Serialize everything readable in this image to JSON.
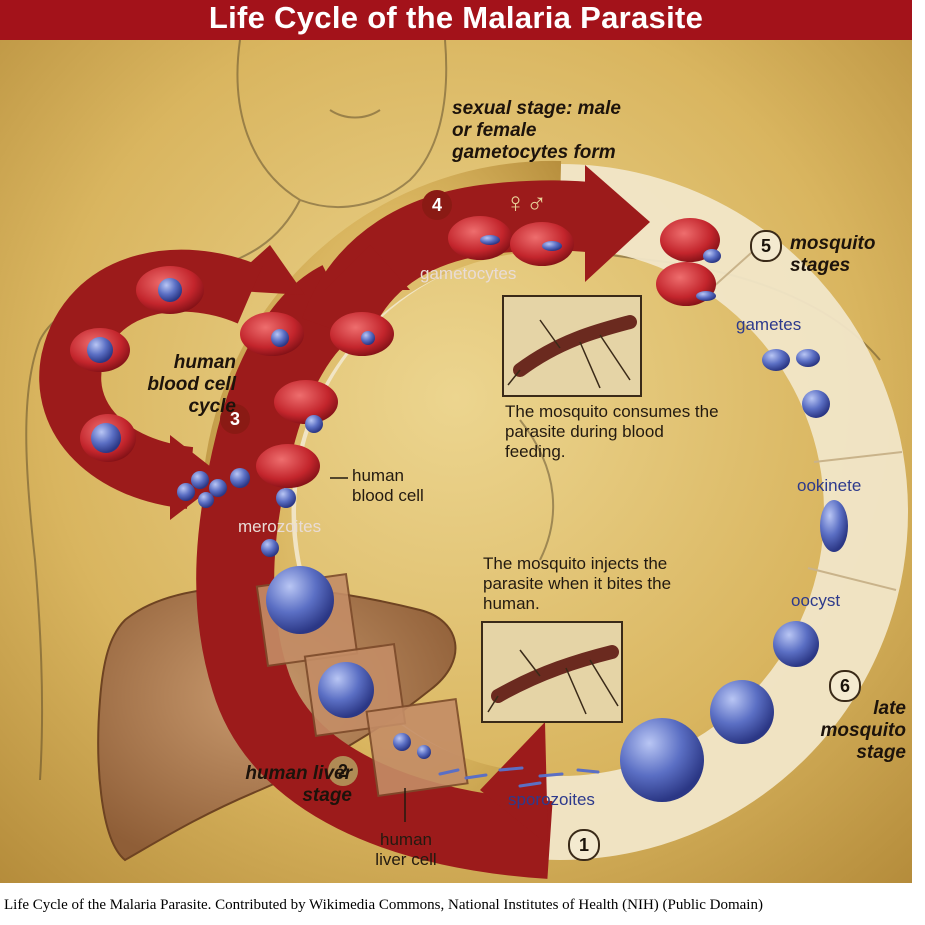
{
  "title": "Life Cycle of the Malaria Parasite",
  "steps": [
    {
      "number": "1"
    },
    {
      "number": "2",
      "label": "human liver stage"
    },
    {
      "number": "3",
      "label": "human blood cell cycle"
    },
    {
      "number": "4",
      "label": "sexual stage: male or female gametocytes form"
    },
    {
      "number": "5",
      "label": "mosquito stages"
    },
    {
      "number": "6",
      "label": "late mosquito stage"
    }
  ],
  "labels": {
    "gametocytes": "gametocytes",
    "merozoites": "merozoites",
    "human_blood_cell": "human blood cell",
    "human_liver_cell": "human liver cell",
    "sporozoites": "sporozoites",
    "gametes": "gametes",
    "ookinete": "ookinete",
    "oocyst": "oocyst",
    "gender_symbols": "♀♂"
  },
  "notes": {
    "consumes": "The mosquito consumes the parasite during blood feeding.",
    "injects": "The mosquito injects the parasite when it bites the human."
  },
  "colors": {
    "title_bar": "#a3121a",
    "arrow_red": "#9c1b1b",
    "background": "#d8b868",
    "mosquito_ring": "#f1e6c8",
    "parasite_blue": "#5b6fc4"
  },
  "caption": "Life Cycle of the Malaria Parasite. Contributed by Wikimedia Commons, National Institutes of Health (NIH) (Public Domain)"
}
